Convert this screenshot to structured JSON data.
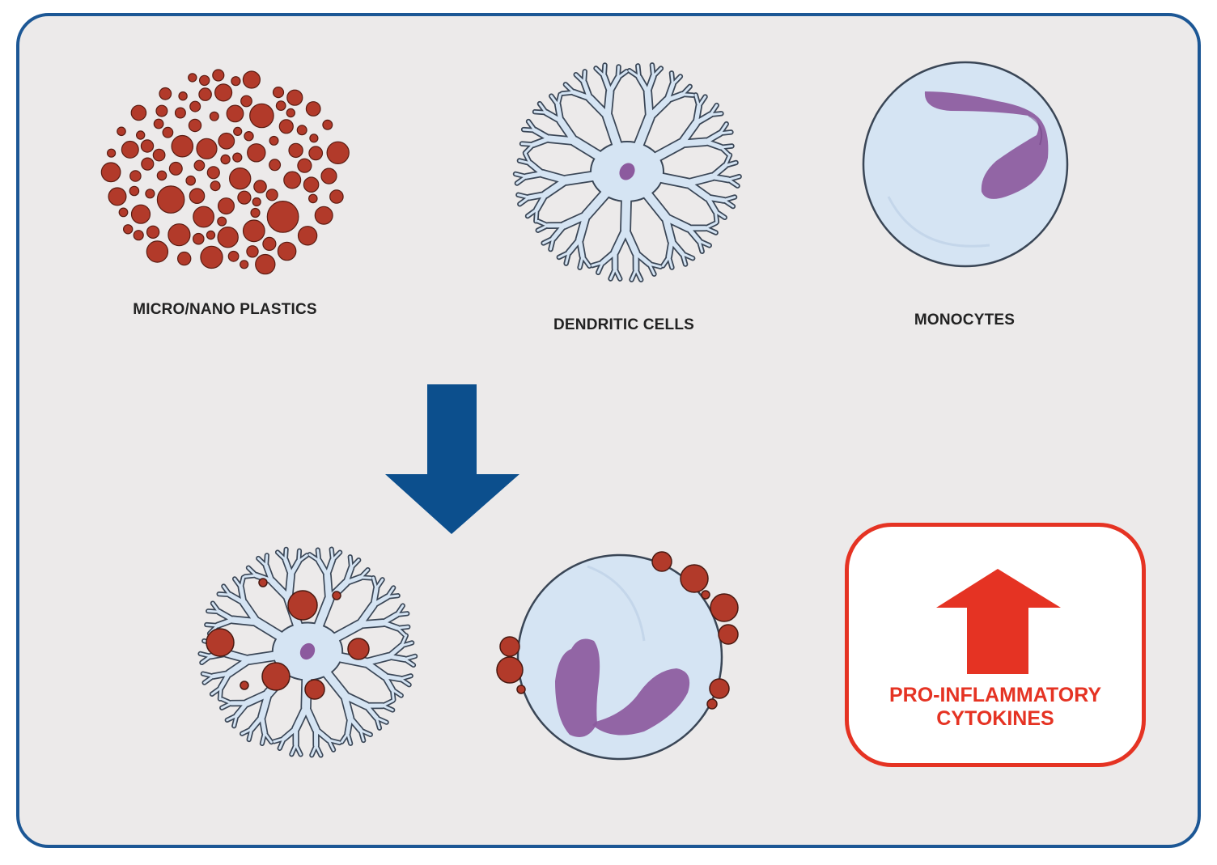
{
  "labels": {
    "plastics": "MICRO/NANO PLASTICS",
    "dendritic": "DENDRITIC CELLS",
    "monocytes": "MONOCYTES"
  },
  "result": {
    "line1": "PRO-INFLAMMATORY",
    "line2": "CYTOKINES"
  },
  "colors": {
    "border": "#1c5795",
    "background": "#eceaea",
    "particle": "#b23a2a",
    "cell": "#d5e4f3",
    "cell_outline": "#3a4656",
    "nucleus": "#8c5a9e",
    "down_arrow": "#0c4f8d",
    "up_arrow": "#e53323"
  },
  "icons": {
    "transition": "down-arrow-icon",
    "increase": "up-arrow-icon"
  }
}
